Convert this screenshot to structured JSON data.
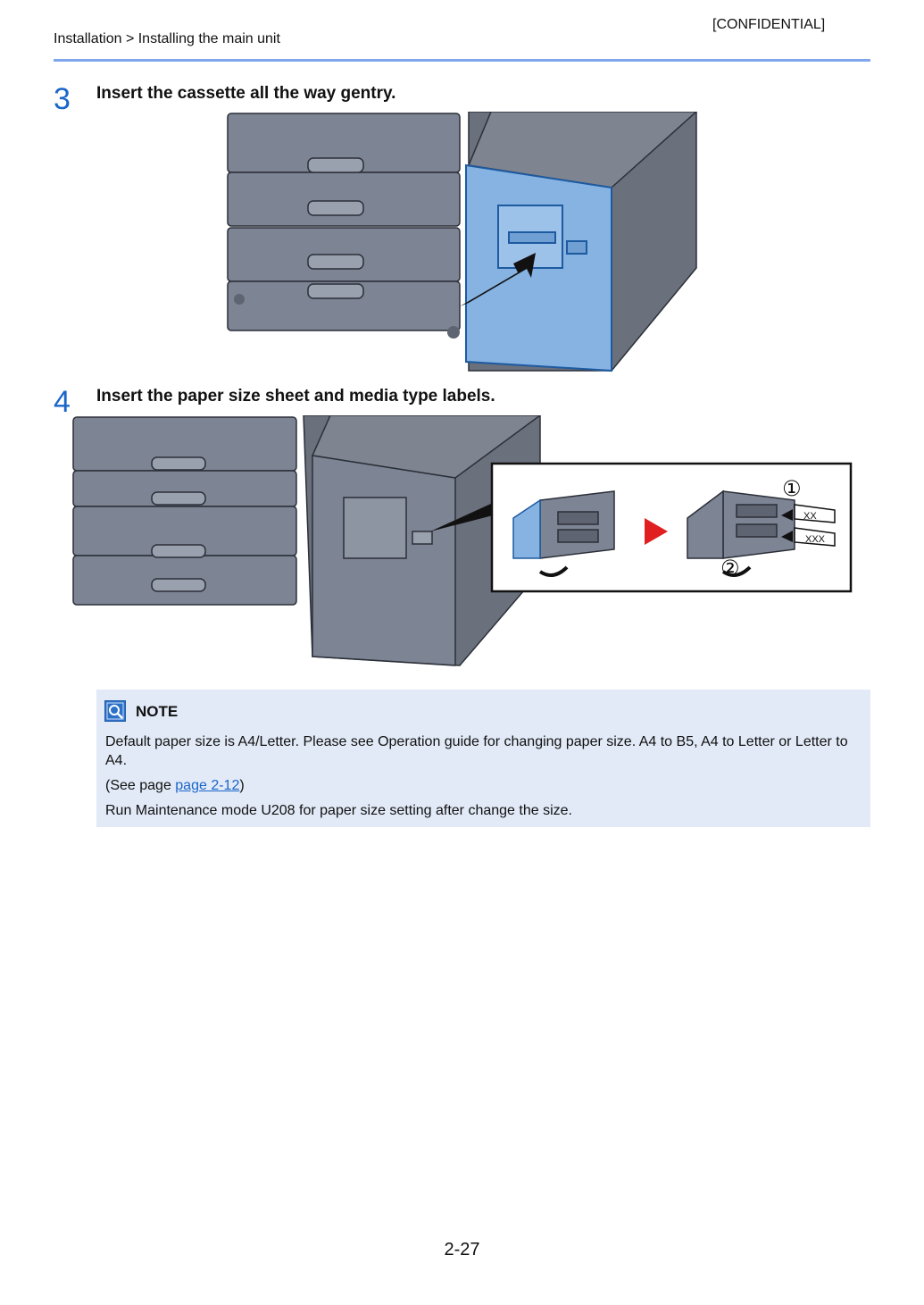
{
  "header": {
    "confidential": "[CONFIDENTIAL]",
    "breadcrumb": "Installation > Installing the main unit"
  },
  "steps": [
    {
      "number": "3",
      "text": "Insert the cassette all the way gentry."
    },
    {
      "number": "4",
      "text": "Insert the paper size sheet and media type labels."
    }
  ],
  "figure2": {
    "callout_1": "①",
    "callout_2": "②",
    "label_top": "XX",
    "label_bottom": "XXX"
  },
  "note": {
    "title": "NOTE",
    "line1": "Default paper size is A4/Letter. Please see Operation guide for changing paper size. A4 to B5, A4 to Letter or Letter to A4.",
    "see_prefix": "(See page ",
    "see_link": "page 2-12",
    "see_suffix": ")",
    "line3": "Run Maintenance mode U208 for paper size setting after change the size."
  },
  "footer": {
    "page_number": "2-27"
  },
  "colors": {
    "accent": "#1a66c9",
    "rule": "#7fa6ec",
    "note_bg": "#e2eaf7",
    "unit_gray": "#7d8494",
    "cassette_blue": "#86b3e2",
    "arrow_red": "#e02020"
  }
}
